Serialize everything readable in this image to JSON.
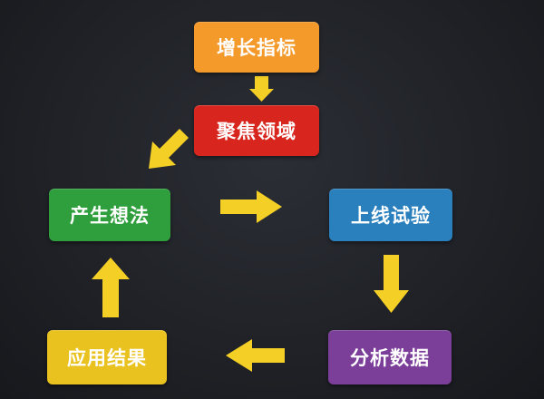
{
  "nodes": [
    {
      "id": "node-1",
      "label": "增长指标",
      "color": "#f39a2b"
    },
    {
      "id": "node-2",
      "label": "聚焦领域",
      "color": "#d8261e"
    },
    {
      "id": "node-3",
      "label": "产生想法",
      "color": "#2f9e3c"
    },
    {
      "id": "node-4",
      "label": "上线试验",
      "color": "#2a7fbd"
    },
    {
      "id": "node-5",
      "label": "分析数据",
      "color": "#7b3f9a"
    },
    {
      "id": "node-6",
      "label": "应用结果",
      "color": "#e9c21f"
    }
  ],
  "edges": [
    {
      "from": "增长指标",
      "to": "聚焦领域"
    },
    {
      "from": "聚焦领域",
      "to": "产生想法"
    },
    {
      "from": "产生想法",
      "to": "上线试验"
    },
    {
      "from": "上线试验",
      "to": "分析数据"
    },
    {
      "from": "分析数据",
      "to": "应用结果"
    },
    {
      "from": "应用结果",
      "to": "产生想法"
    }
  ],
  "arrow_color": "#f4cf26"
}
